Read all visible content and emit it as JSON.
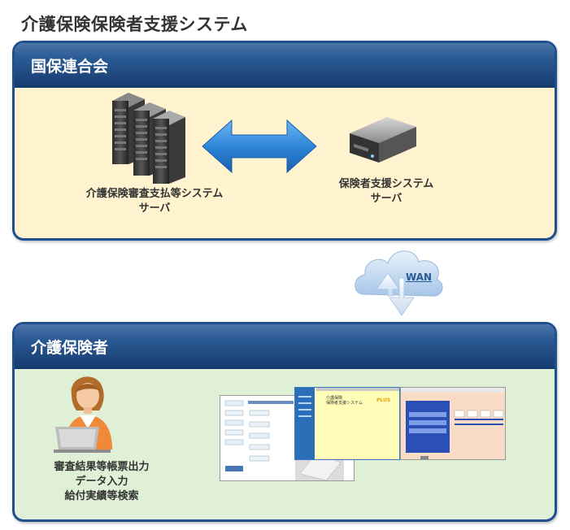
{
  "title": "介護保険保険者支援システム",
  "top_panel": {
    "header": "国保連合会",
    "left_server_caption": [
      "介護保険審査支払等システム",
      "サーバ"
    ],
    "right_server_caption": [
      "保険者支援システム",
      "サーバ"
    ]
  },
  "network": {
    "label": "WAN"
  },
  "bottom_panel": {
    "header": "介護保険者",
    "user_caption": [
      "審査結果等帳票出力",
      "データ入力",
      "給付実績等検索"
    ],
    "screen2_title": [
      "介護保険",
      "保険者支援システム"
    ],
    "screen2_badge": "PLUS"
  },
  "colors": {
    "header_blue": "#1f4f8f",
    "top_panel_bg": "#fff4cf",
    "bottom_panel_bg": "#dff0d6",
    "arrow_blue": "#2f86d8"
  }
}
